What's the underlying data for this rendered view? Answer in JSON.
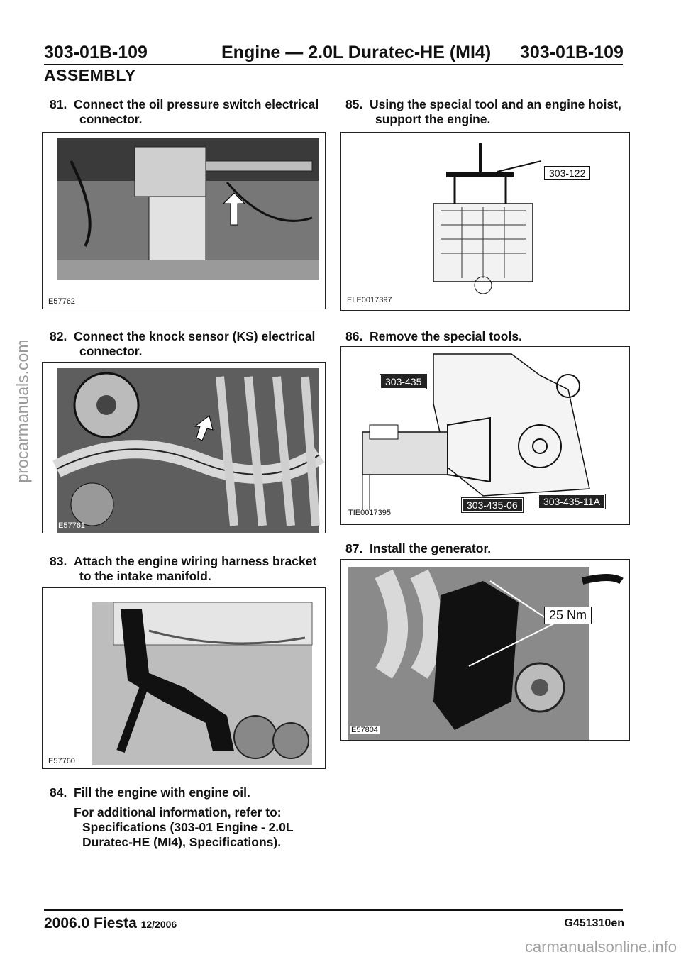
{
  "header": {
    "page_left": "303-01B-109",
    "title": "Engine — 2.0L Duratec-HE (MI4)",
    "page_right": "303-01B-109",
    "section": "ASSEMBLY"
  },
  "steps": {
    "s81": {
      "num": "81.",
      "line1": "Connect the oil pressure switch electrical",
      "line2": "connector."
    },
    "s82": {
      "num": "82.",
      "line1": "Connect the knock sensor (KS) electrical",
      "line2": "connector."
    },
    "s83": {
      "num": "83.",
      "line1": "Attach the engine wiring harness bracket",
      "line2": "to the intake manifold."
    },
    "s84": {
      "num": "84.",
      "line1": "Fill the engine with engine oil."
    },
    "s85": {
      "num": "85.",
      "line1": "Using the special tool and an engine hoist,",
      "line2": "support the engine."
    },
    "s86": {
      "num": "86.",
      "line1": "Remove the special tools."
    },
    "s87": {
      "num": "87.",
      "line1": "Install the generator."
    }
  },
  "info": {
    "lead": "For additional information, refer to:",
    "ref1": "Specifications (303-01 Engine - 2.0L",
    "ref2": "Duratec-HE (MI4), Specifications)."
  },
  "figures": {
    "f81": {
      "id": "E57762"
    },
    "f82": {
      "id": "E57761"
    },
    "f83": {
      "id": "E57760"
    },
    "f85": {
      "id": "ELE0017397",
      "tool": "303-122"
    },
    "f86": {
      "id": "TIE0017395",
      "tool_a": "303-435",
      "tool_b": "303-435-06",
      "tool_c": "303-435-11A"
    },
    "f87": {
      "id": "E57804",
      "torque": "25 Nm"
    }
  },
  "footer": {
    "model": "2006.0 Fiesta",
    "date": "12/2006",
    "code": "G451310en"
  },
  "watermarks": {
    "side": "procarmanuals.com",
    "bottom": "carmanualsonline.info"
  }
}
